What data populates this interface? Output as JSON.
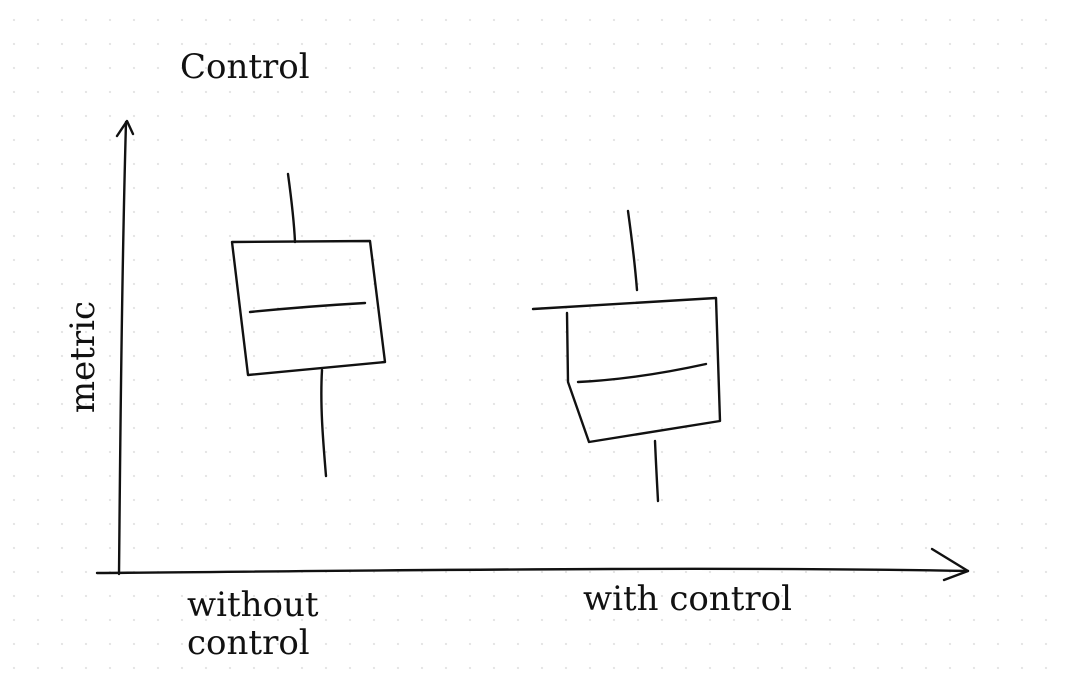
{
  "diagram": {
    "title": "Control",
    "y_axis_label": "metric",
    "categories": [
      "without control",
      "with control"
    ]
  },
  "colors": {
    "ink": "#111111",
    "background": "#ffffff",
    "dot_grid": "#e4e4e4"
  }
}
